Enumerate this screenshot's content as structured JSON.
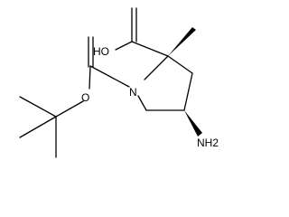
{
  "molecule": {
    "labels": {
      "hydroxyl": "HO",
      "ring_nitrogen": "N",
      "ester_oxygen": "O",
      "amine": "NH2"
    },
    "colors": {
      "ink": "#000000",
      "background": "#ffffff"
    }
  }
}
